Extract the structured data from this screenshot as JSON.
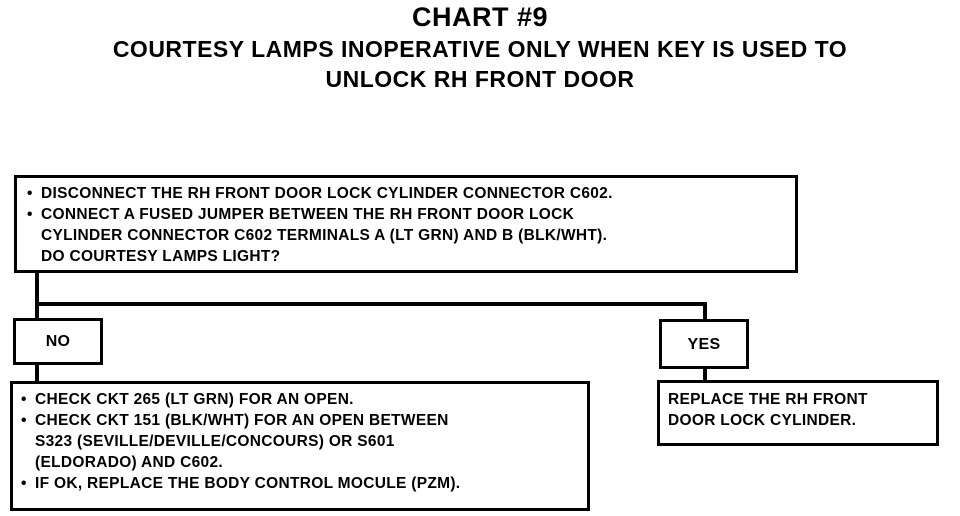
{
  "header": {
    "chart_title": "CHART #9",
    "subtitle_line1": "COURTESY LAMPS INOPERATIVE ONLY WHEN KEY IS USED TO",
    "subtitle_line2": "UNLOCK RH FRONT DOOR"
  },
  "step1": {
    "bullets": [
      {
        "bullet": "•",
        "lines": [
          "DISCONNECT THE RH FRONT DOOR LOCK CYLINDER CONNECTOR C602."
        ]
      },
      {
        "bullet": "•",
        "lines": [
          "CONNECT A FUSED JUMPER BETWEEN THE RH FRONT DOOR LOCK",
          "CYLINDER CONNECTOR C602 TERMINALS A (LT GRN) AND B (BLK/WHT).",
          "DO COURTESY LAMPS LIGHT?"
        ]
      }
    ]
  },
  "branches": {
    "no_label": "NO",
    "yes_label": "YES"
  },
  "no_action": {
    "bullets": [
      {
        "bullet": "•",
        "lines": [
          "CHECK CKT 265 (LT GRN) FOR AN OPEN."
        ]
      },
      {
        "bullet": "•",
        "lines": [
          "CHECK CKT 151 (BLK/WHT) FOR AN OPEN  BETWEEN",
          "S323 (SEVILLE/DEVILLE/CONCOURS) OR S601",
          "(ELDORADO) AND C602."
        ]
      },
      {
        "bullet": "•",
        "lines": [
          "IF OK, REPLACE THE BODY CONTROL MOCULE (PZM)."
        ]
      }
    ]
  },
  "yes_action": {
    "lines": [
      "REPLACE THE RH FRONT",
      "DOOR LOCK CYLINDER."
    ]
  }
}
